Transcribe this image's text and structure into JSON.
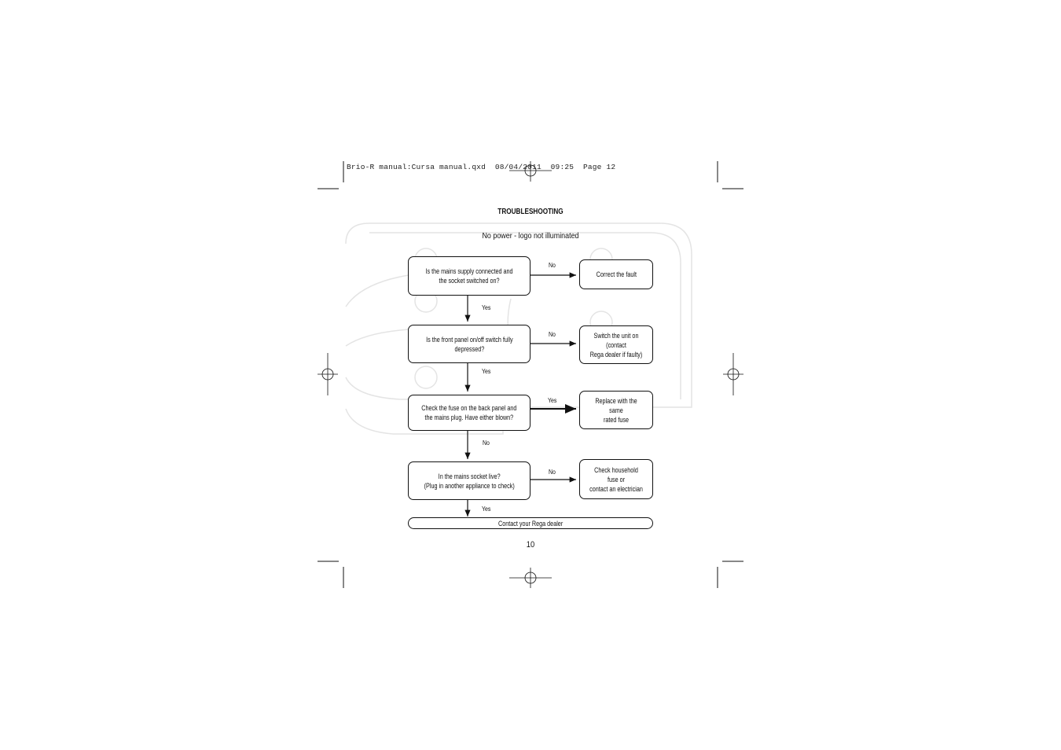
{
  "print_slug": "Brio-R manual:Cursa manual.qxd  08/04/2011  09:25  Page 12",
  "heading": "TROUBLESHOOTING",
  "subtitle": "No power -  logo not illuminated",
  "page_number": "10",
  "nodes": {
    "q1": "Is the mains supply connected and the socket switched on?",
    "a1": "Correct the fault",
    "q2": "Is the front panel on/off switch fully\ndepressed?",
    "a2": "Switch the unit on (contact\nRega dealer if faulty)",
    "q3": "Check the fuse on the back panel and\nthe mains plug. Have either blown?",
    "a3": "Replace with the same\nrated fuse",
    "q4": "In the mains socket live?\n(Plug in another appliance to check)",
    "a4": "Check household fuse or\ncontact an electrician",
    "final": "Contact your Rega dealer"
  },
  "edges": {
    "q1_right": "No",
    "q1_down": "Yes",
    "q2_right": "No",
    "q2_down": "Yes",
    "q3_right": "Yes",
    "q3_down": "No",
    "q4_right": "No",
    "q4_down": "Yes"
  },
  "colors": {
    "ink": "#111111",
    "watermark": "#e6e6e6"
  }
}
